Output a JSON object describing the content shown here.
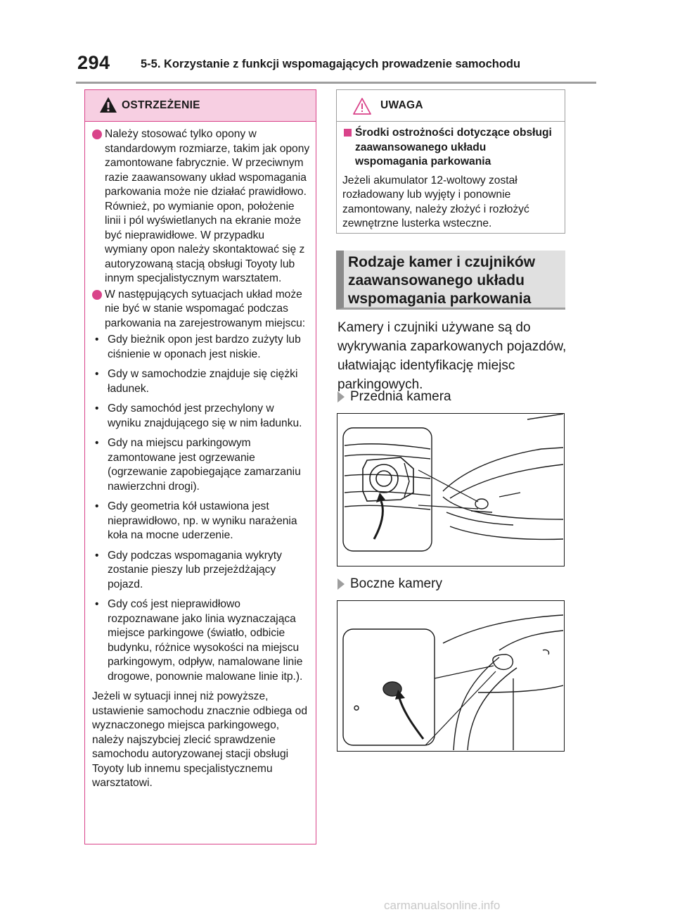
{
  "header": {
    "page_number": "294",
    "title": "5-5. Korzystanie z funkcji wspomagających prowadzenie samochodu"
  },
  "warning": {
    "title": "OSTRZEŻENIE",
    "items": [
      "Należy stosować tylko opony w standardowym rozmiarze, takim jak opony zamontowane fabrycznie. W przeciwnym razie zaawansowany układ wspomagania parkowania może nie działać prawidłowo. Również, po wymianie opon, położenie linii i pól wyświetlanych na ekranie może być nieprawidłowe. W przypadku wymiany opon należy skontaktować się z autoryzowaną stacją obsługi Toyoty lub innym specjalistycznym warsztatem.",
      "W następujących sytuacjach układ może nie być w stanie wspomagać podczas parkowania na zarejestrowanym miejscu:"
    ],
    "sub_items": [
      "Gdy bieżnik opon jest bardzo zużyty lub ciśnienie w oponach jest niskie.",
      "Gdy w samochodzie znajduje się ciężki ładunek.",
      "Gdy samochód jest przechylony w wyniku znajdującego się w nim ładunku.",
      "Gdy na miejscu parkingowym zamontowane jest ogrzewanie (ogrzewanie zapobiegające zamarzaniu nawierzchni drogi).",
      "Gdy geometria kół ustawiona jest nieprawidłowo, np. w wyniku narażenia koła na mocne uderzenie.",
      "Gdy podczas wspomagania wykryty zostanie pieszy lub przejeżdżający pojazd.",
      "Gdy coś jest nieprawidłowo rozpoznawane jako linia wyznaczająca miejsce parkingowe (światło, odbicie budynku, różnice wysokości na miejscu parkingowym, odpływ, namalowane linie drogowe, ponownie malowane linie itp.)."
    ],
    "bullet_char": "•",
    "closing": "Jeżeli w sytuacji innej niż powyższe, ustawienie samochodu znacznie odbiega od wyznaczonego miejsca parkingowego, należy najszybciej zlecić sprawdzenie samochodu autoryzowanej stacji obsługi Toyoty lub innemu specjalistycznemu warsztatowi."
  },
  "caution": {
    "title": "UWAGA",
    "heading": "Środki ostrożności dotyczące obsługi zaawansowanego układu wspomagania parkowania",
    "text": "Jeżeli akumulator 12-woltowy został rozładowany lub wyjęty i ponownie zamontowany, należy złożyć i rozłożyć zewnętrzne lusterka wsteczne."
  },
  "section": {
    "heading": "Rodzaje kamer i czujników\nzaawansowanego układu\nwspomagania parkowania",
    "intro": "Kamery i czujniki używane są do wykrywania zaparkowanych pojazdów, ułatwiając identyfikację miejsc parkingowych.",
    "front_camera_label": "Przednia kamera",
    "side_camera_label": "Boczne kamery"
  },
  "watermark": "carmanualsonline.info",
  "colors": {
    "warning_accent": "#d9438a",
    "warning_bg": "#f7cfe2",
    "gray": "#9e9e9e"
  }
}
